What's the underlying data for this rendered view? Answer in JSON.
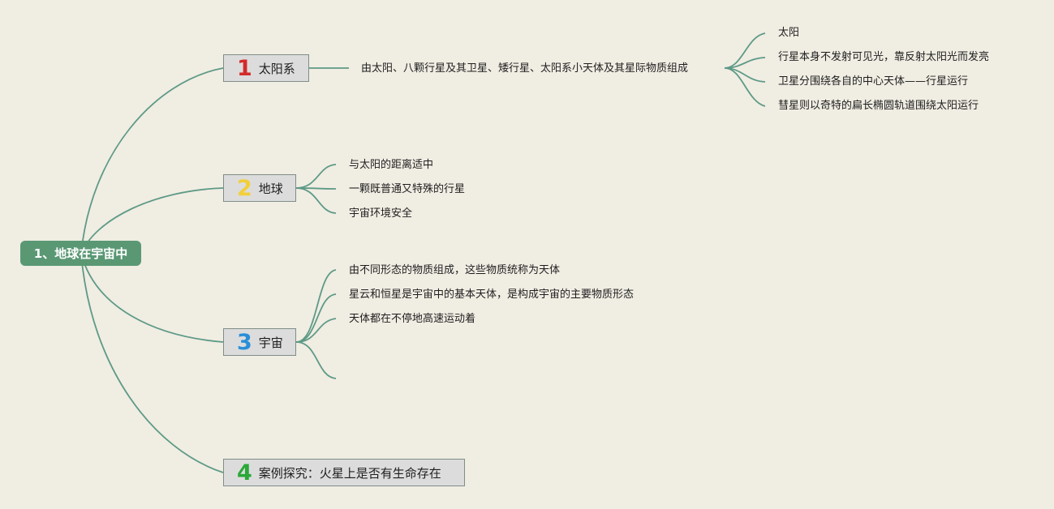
{
  "root": {
    "label": "1、地球在宇宙中"
  },
  "branches": [
    {
      "number": "1",
      "label": "太阳系",
      "color": "#d42a2a",
      "summary": "由太阳、八颗行星及其卫星、矮行星、太阳系小天体及其星际物质组成",
      "details": [
        "太阳",
        "行星本身不发射可见光，靠反射太阳光而发亮",
        "卫星分围绕各自的中心天体——行星运行",
        "彗星则以奇特的扁长椭圆轨道围绕太阳运行"
      ]
    },
    {
      "number": "2",
      "label": "地球",
      "color": "#f2cf3b",
      "items": [
        "与太阳的距离适中",
        "一颗既普通又特殊的行星",
        "宇宙环境安全"
      ]
    },
    {
      "number": "3",
      "label": "宇宙",
      "color": "#2a8fd8",
      "items": [
        "由不同形态的物质组成，这些物质统称为天体",
        "星云和恒星是宇宙中的基本天体，是构成宇宙的主要物质形态",
        "天体都在不停地高速运动着",
        ""
      ]
    },
    {
      "number": "4",
      "label": "案例探究：火星上是否有生命存在",
      "color": "#2aa838"
    }
  ],
  "colors": {
    "line": "#5e9a86",
    "root_bg": "#5a9874",
    "background": "#f0ede3"
  }
}
